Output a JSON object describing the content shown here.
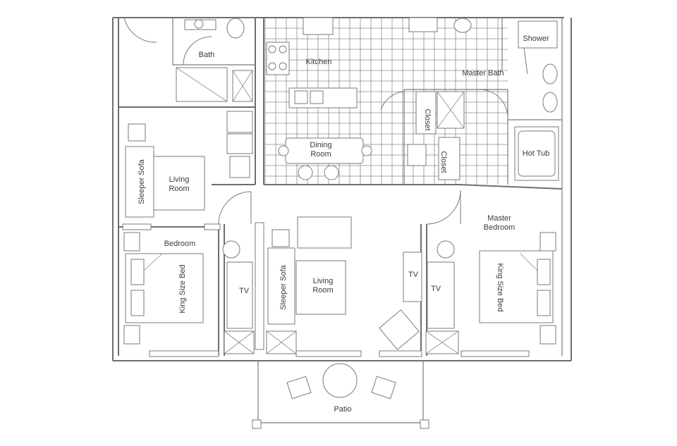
{
  "rooms": {
    "bath": "Bath",
    "kitchen": "Kitchen",
    "master_bath": "Master Bath",
    "shower": "Shower",
    "closet_1": "Closet",
    "closet_2": "Closet",
    "hot_tub": "Hot Tub",
    "dining_room_line1": "Dining",
    "dining_room_line2": "Room",
    "living_room_left_line1": "Living",
    "living_room_left_line2": "Room",
    "sleeper_sofa_left": "Sleeper Sofa",
    "bedroom": "Bedroom",
    "king_bed_left": "King Size Bed",
    "tv_left": "TV",
    "sleeper_sofa_center": "Sleeper Sofa",
    "living_room_center_line1": "Living",
    "living_room_center_line2": "Room",
    "master_bedroom_line1": "Master",
    "master_bedroom_line2": "Bedroom",
    "tv_master_wall": "TV",
    "tv_master_cabinet": "TV",
    "king_bed_right": "King Size Bed",
    "patio": "Patio"
  }
}
